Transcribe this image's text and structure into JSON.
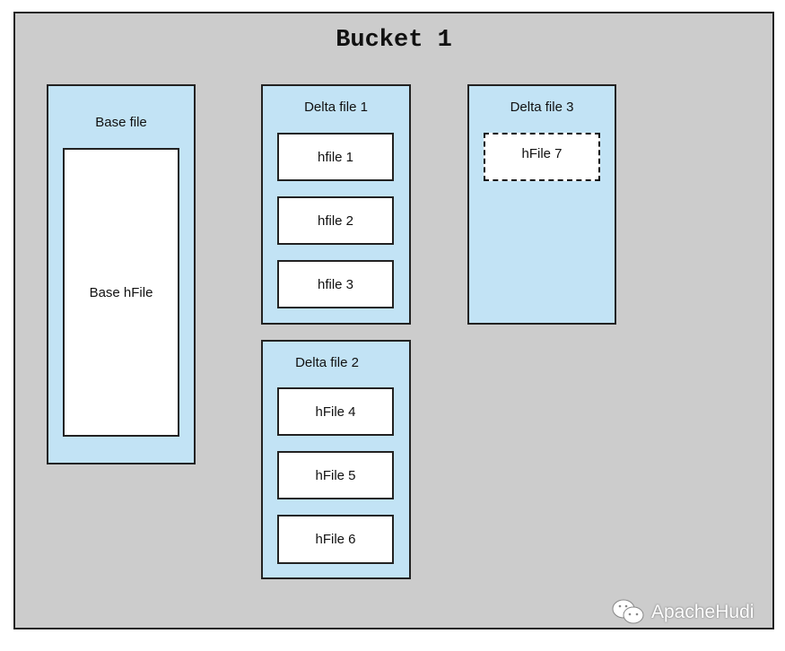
{
  "title": "Bucket 1",
  "base": {
    "label": "Base file",
    "inner": "Base hFile"
  },
  "delta1": {
    "label": "Delta file 1",
    "files": [
      "hfile 1",
      "hfile 2",
      "hfile 3"
    ]
  },
  "delta2": {
    "label": "Delta file 2",
    "files": [
      "hFile 4",
      "hFile 5",
      "hFile 6"
    ]
  },
  "delta3": {
    "label": "Delta file 3",
    "files": [
      "hFile 7"
    ]
  },
  "watermark": "ApacheHudi"
}
